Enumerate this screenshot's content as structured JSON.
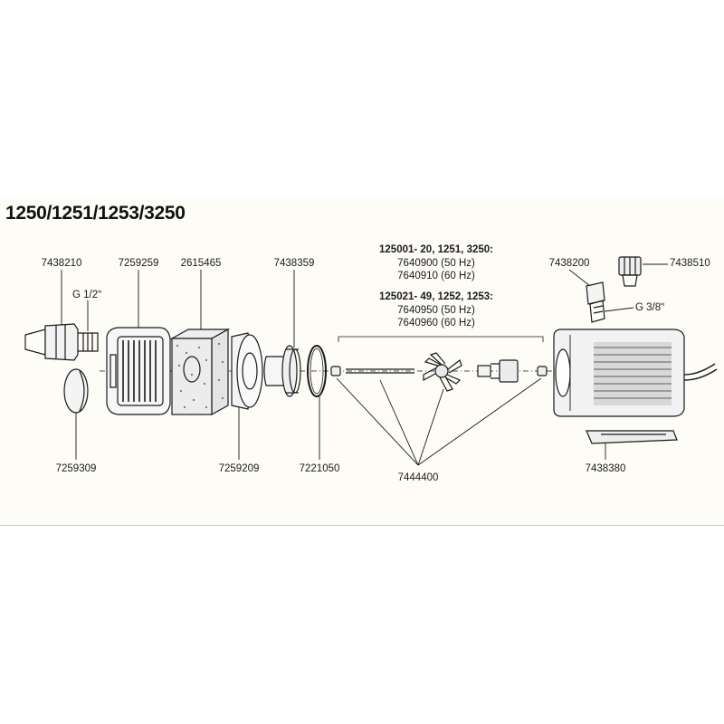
{
  "title": "1250/1251/1253/3250",
  "parts": {
    "p7438210": "7438210",
    "p7259259": "7259259",
    "p2615465": "2615465",
    "p7438359": "7438359",
    "p7259309": "7259309",
    "p7259209": "7259209",
    "p7221050": "7221050",
    "p7444400": "7444400",
    "p7438200": "7438200",
    "p7438510": "7438510",
    "p7438380": "7438380"
  },
  "threads": {
    "g_half": "G 1/2ʺ",
    "g_three_eighths": "G 3/8ʺ"
  },
  "variant_a": {
    "heading": "125001- 20, 1251, 3250:",
    "line1": "7640900 (50 Hz)",
    "line2": "7640910 (60 Hz)"
  },
  "variant_b": {
    "heading": "125021- 49, 1252, 1253:",
    "line1": "7640950 (50 Hz)",
    "line2": "7640960 (60 Hz)"
  }
}
